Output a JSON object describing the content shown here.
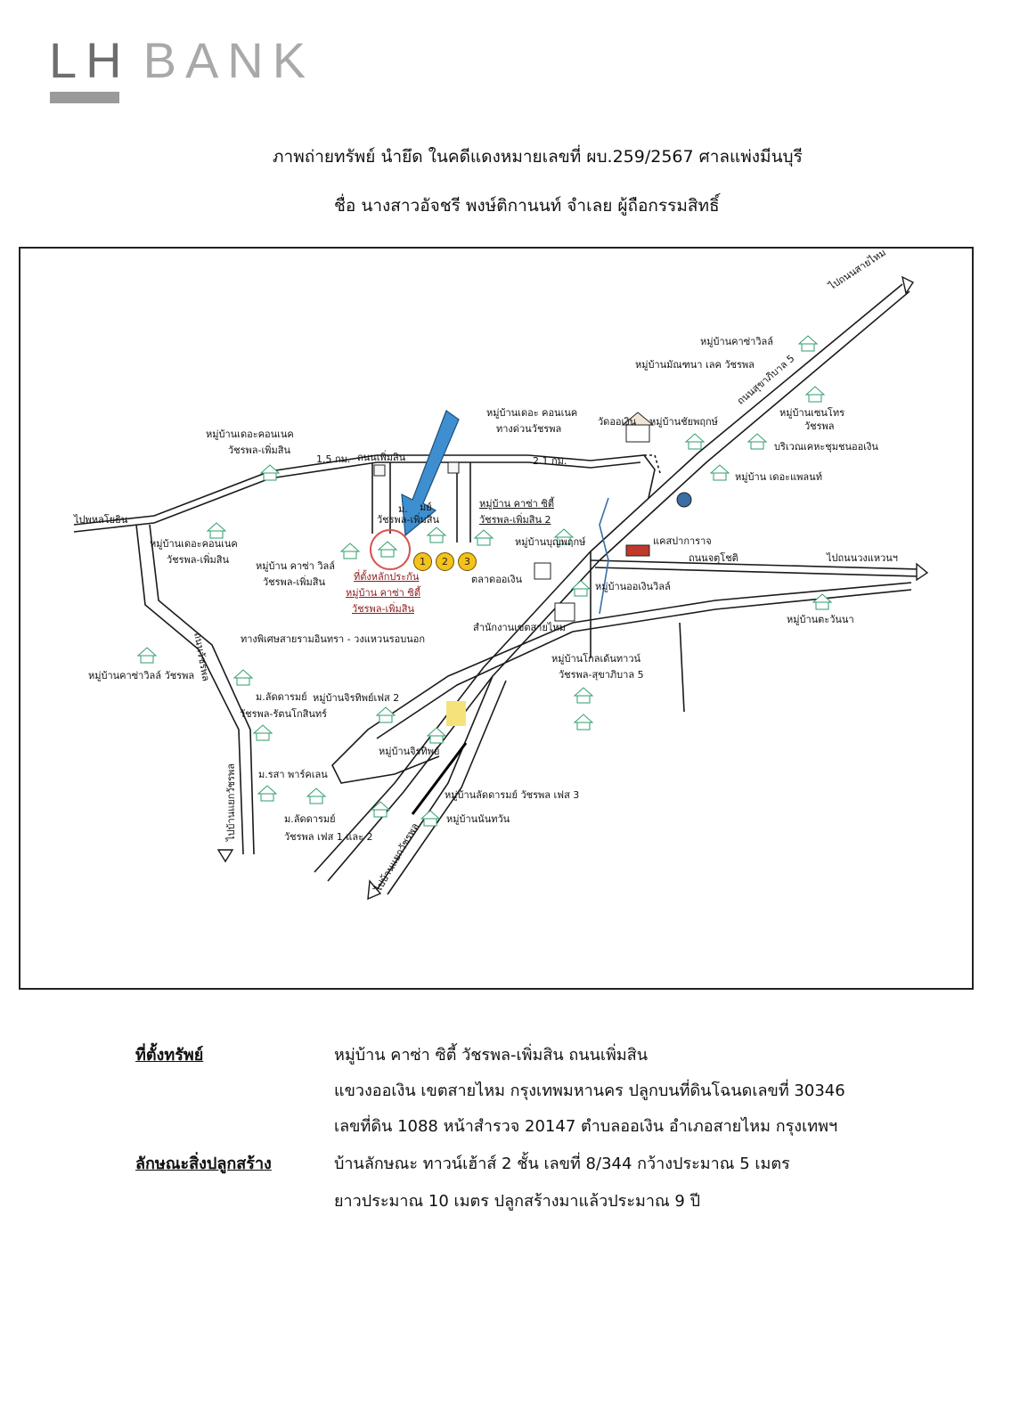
{
  "header": {
    "logo_lh": "LH",
    "logo_bank": "BANK",
    "title_line1": "ภาพถ่ายทรัพย์ นำยึด ในคดีแดงหมายเลขที่   ผบ.259/2567 ศาลแพ่งมีนบุรี",
    "title_line2": "ชื่อ นางสาวอัจชรี  พงษ์ติกานนท์  จำเลย ผู้ถือกรรมสิทธิ์"
  },
  "map": {
    "labels": {
      "to_sai_mai": "ไปถนนสายไหม",
      "casa_ville_ne": "หมู่บ้านคาซ่าวิลล์",
      "manthana": "หมู่บ้านมัณฑนา เลค วัชรพล",
      "sukhapiban5": "ถนนสุขาภิบาล 5",
      "senthorn1": "หมู่บ้านเซนโทร",
      "senthorn2": "วัชรพล",
      "connect_tollway1": "หมู่บ้านเดอะ คอนเนค",
      "connect_tollway2": "ทางด่วนวัชรพล",
      "wat_o_ngoen": "วัดออเงิน",
      "chaiyaphruek": "หมู่บ้านชัยพฤกษ์",
      "community_area": "บริเวณเคหะชุมชนออเงิน",
      "the_plant": "หมู่บ้าน เดอะแพลนท์",
      "connect_left1": "หมู่บ้านเดอะคอนเนค",
      "connect_left2": "วัชรพล-เพิ่มสิน",
      "road_15km": "1.5 กม.",
      "phermsin_road": "ถนนเพิ่มสิน",
      "road_21km": "2.1 กม.",
      "m_label": "ม.",
      "mai": "มย์",
      "watcharaphol_phermsin": "วัชรพล-เพิ่มสิน",
      "casa_city2_1": "หมู่บ้าน คาซ่า ซิตี้",
      "casa_city2_2": "วัชรพล-เพิ่มสิน 2",
      "to_phahonyothin": "ไปพหลโยธิน",
      "connect_mid1": "หมู่บ้านเดอะคอนเนค",
      "connect_mid2": "วัชรพล-เพิ่มสิน",
      "casa_ville_mid1": "หมู่บ้าน คาซ่า วิลล์",
      "casa_ville_mid2": "วัชรพล-เพิ่มสิน",
      "collateral1": "ที่ตั้งหลักประกัน",
      "collateral2": "หมู่บ้าน คาซ่า ซิตี้",
      "collateral3": "วัชรพล-เพิ่มสิน",
      "boonpruek": "หมู่บ้านบุญพฤกษ์",
      "checkpoint": "แคสปาการาจ",
      "jatuchot": "ถนนจตุโชติ",
      "to_ring": "ไปถนนวงแหวนฯ",
      "o_ngoen_market": "ตลาดออเงิน",
      "o_ngoen_ville": "หมู่บ้านออเงินวิลล์",
      "tawanna": "หมู่บ้านตะวันนา",
      "district_office": "สำนักงานเขตสายไหม",
      "expressway": "ทางพิเศษสายรามอินทรา - วงแหวนรอบนอก",
      "watcharaphol_road": "ถนนวัชรพล",
      "casa_ville_left": "หมู่บ้านคาซ่าวิลล์ วัชรพล",
      "golden_town1": "หมู่บ้านโกลเด้นทาวน์",
      "golden_town2": "วัชรพล-สุขาภิบาล 5",
      "ladda1": "ม.ลัดดารมย์",
      "ladda2": "วัชรพล-รัตนโกสินทร์",
      "jiratip2": "หมู่บ้านจิรทิพย์เฟส 2",
      "jiratip": "หมู่บ้านจิรทิพย์",
      "rasa": "ม.รสา พาร์คเลน",
      "ladda_phase3": "หมู่บ้านลัดดารมย์ วัชรพล เฟส 3",
      "ladda12_1": "ม.ลัดดารมย์",
      "ladda12_2": "วัชรพล เฟส 1 และ 2",
      "nanthawan": "หมู่บ้านนันทวัน",
      "to_watcharaphol_junction1": "ไปบ้านแยกวัชรพล",
      "to_watcharaphol_junction2": "ไปบ้านแยกวัชรพล"
    },
    "badges": [
      "1",
      "2",
      "3"
    ],
    "colors": {
      "arrow": "#3f8fd0",
      "road": "#1a1a1a",
      "badge": "#f4c21a",
      "marker_circle": "#d9534f",
      "house_green": "#2f9e6b"
    }
  },
  "details": {
    "location_label": "ที่ตั้งทรัพย์",
    "location_line1": "หมู่บ้าน คาซ่า ซิตี้ วัชรพล-เพิ่มสิน  ถนนเพิ่มสิน",
    "location_line2": "แขวงออเงิน เขตสายไหม กรุงเทพมหานคร   ปลูกบนที่ดินโฉนดเลขที่ 30346",
    "location_line3": "เลขที่ดิน 1088 หน้าสำรวจ 20147  ตำบลออเงิน  อำเภอสายไหม กรุงเทพฯ",
    "building_label": "ลักษณะสิ่งปลูกสร้าง",
    "building_line1": "บ้านลักษณะ ทาวน์เฮ้าส์ 2  ชั้น  เลขที่ 8/344  กว้างประมาณ  5    เมตร",
    "building_line2": "ยาวประมาณ   10  เมตร  ปลูกสร้างมาแล้วประมาณ  9  ปี"
  }
}
